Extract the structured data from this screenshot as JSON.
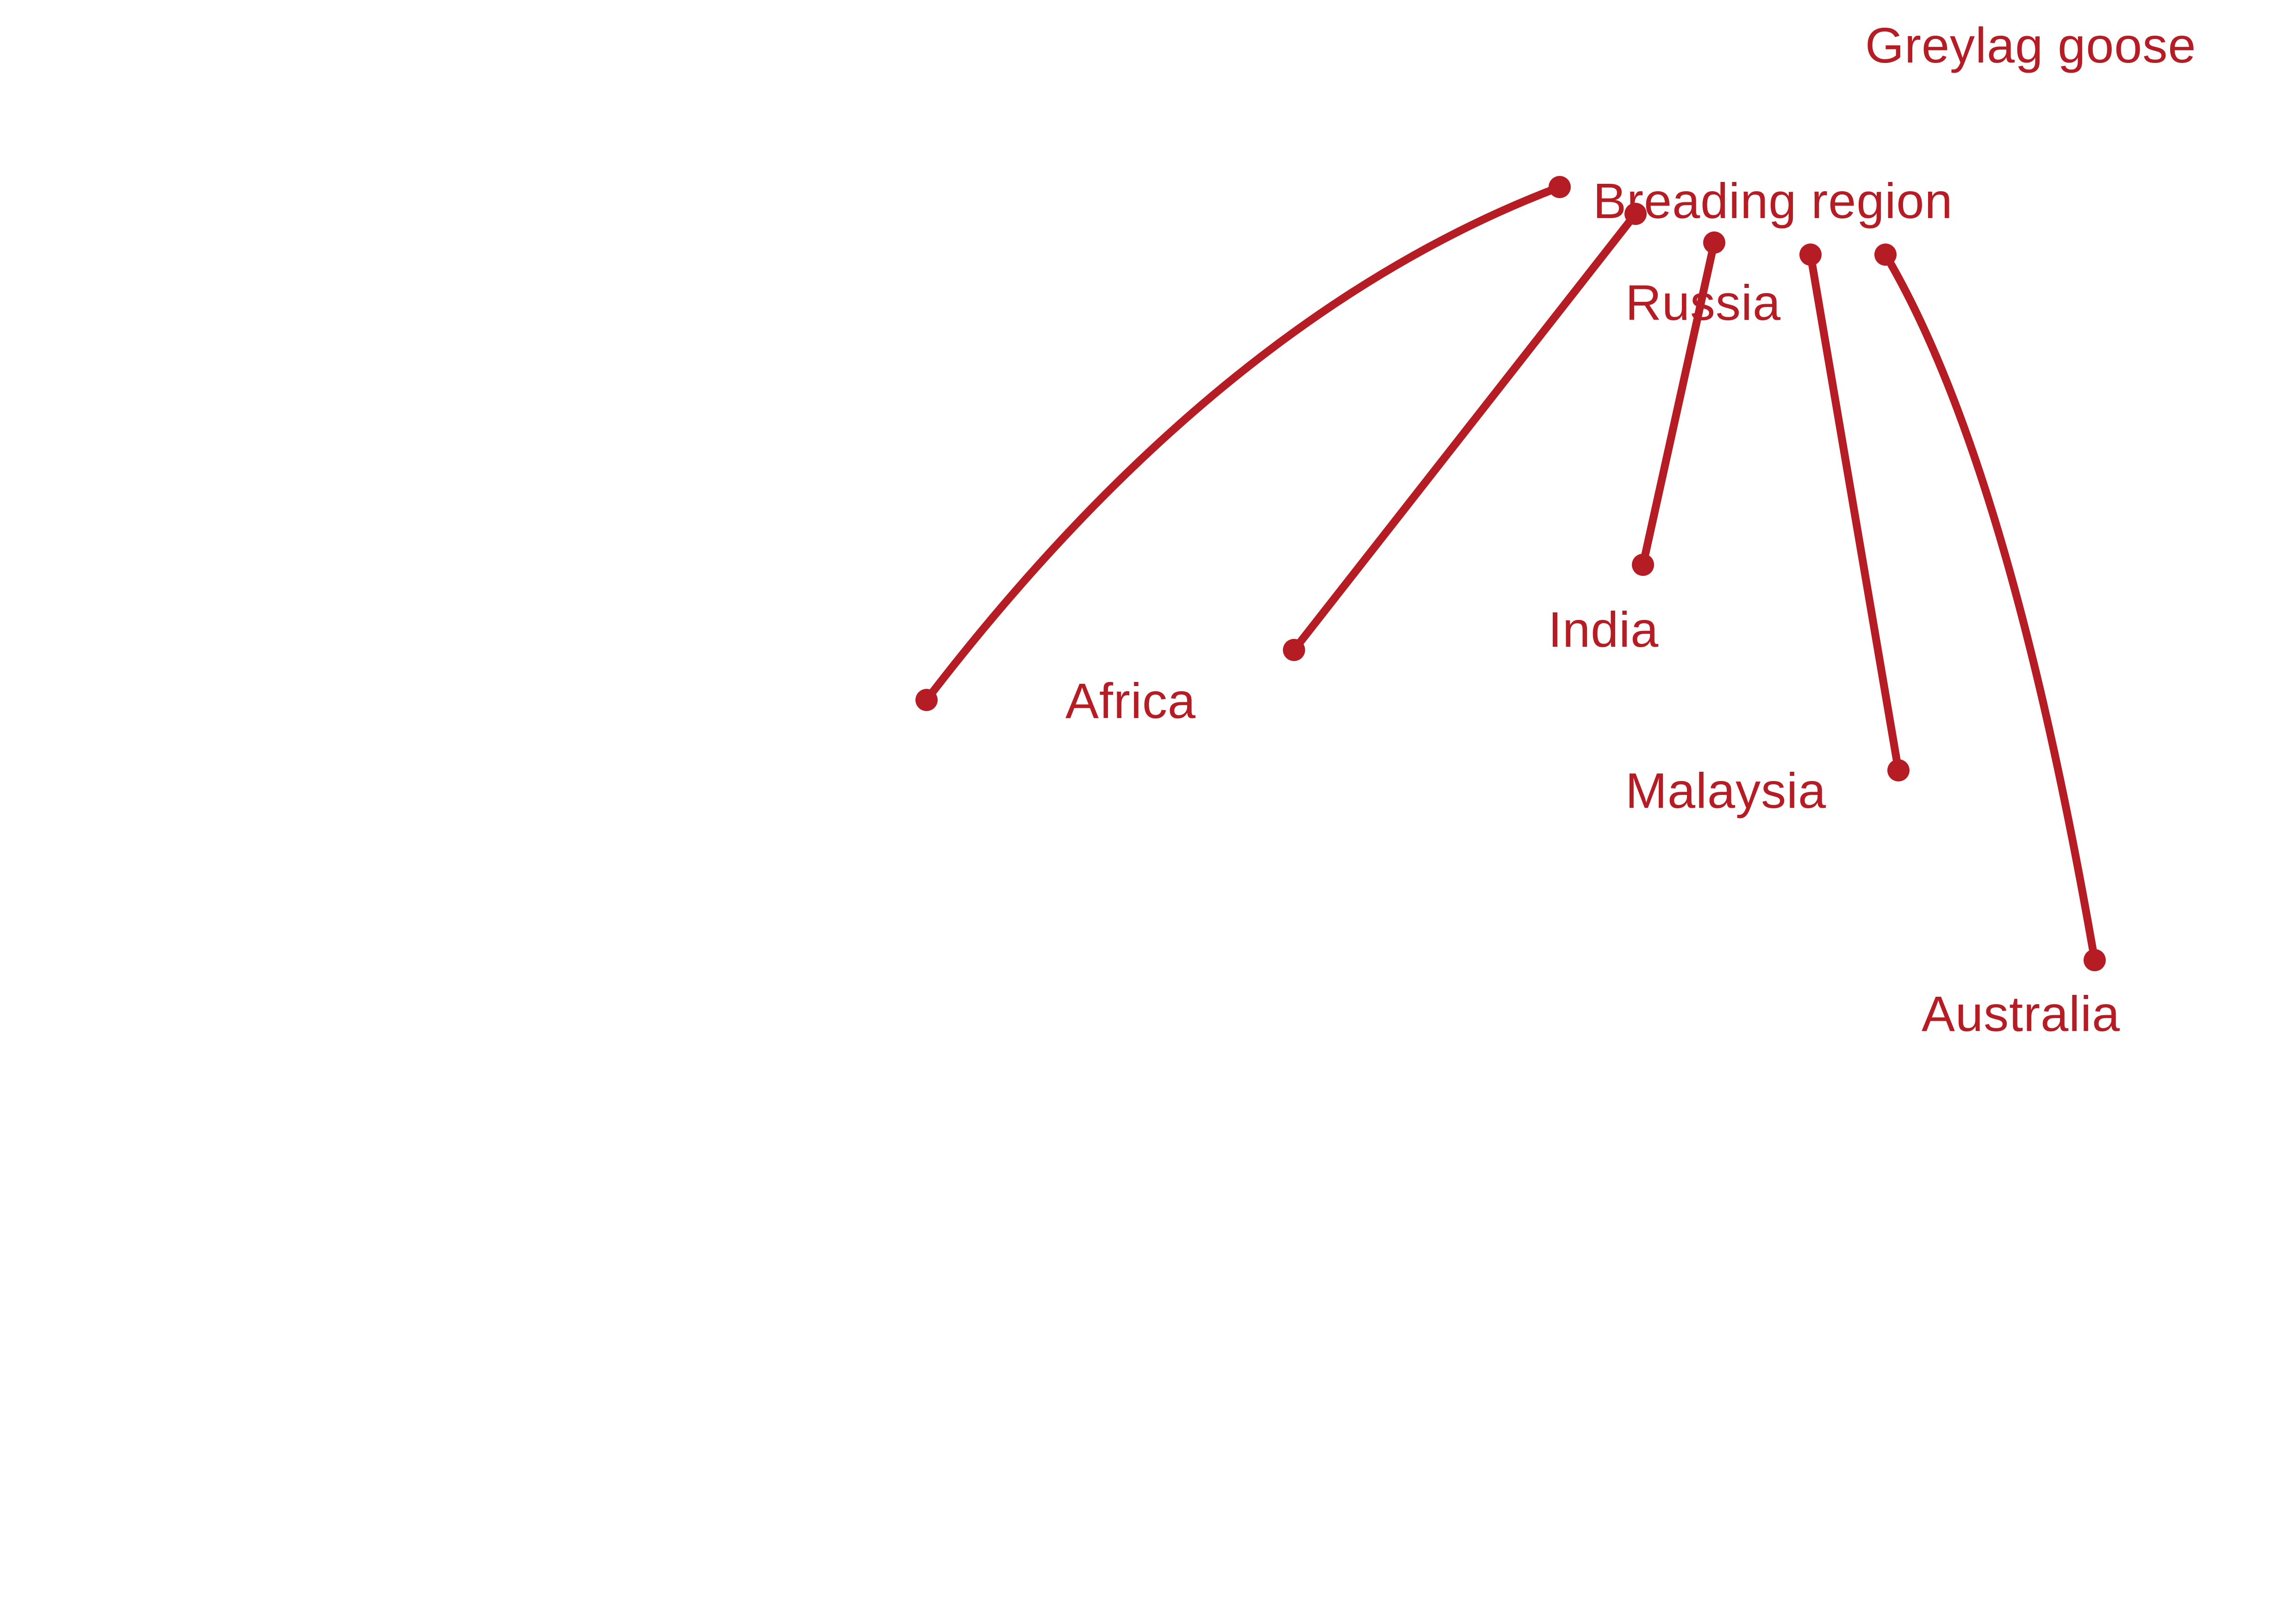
{
  "title": "Greylag goose",
  "map": {
    "origin_label": "Breading region",
    "destinations": [
      "Russia",
      "India",
      "Africa",
      "Malaysia",
      "Australia"
    ]
  },
  "colors": {
    "route": "#b51c24",
    "text": "#b51c24",
    "background": "#ffffff"
  }
}
